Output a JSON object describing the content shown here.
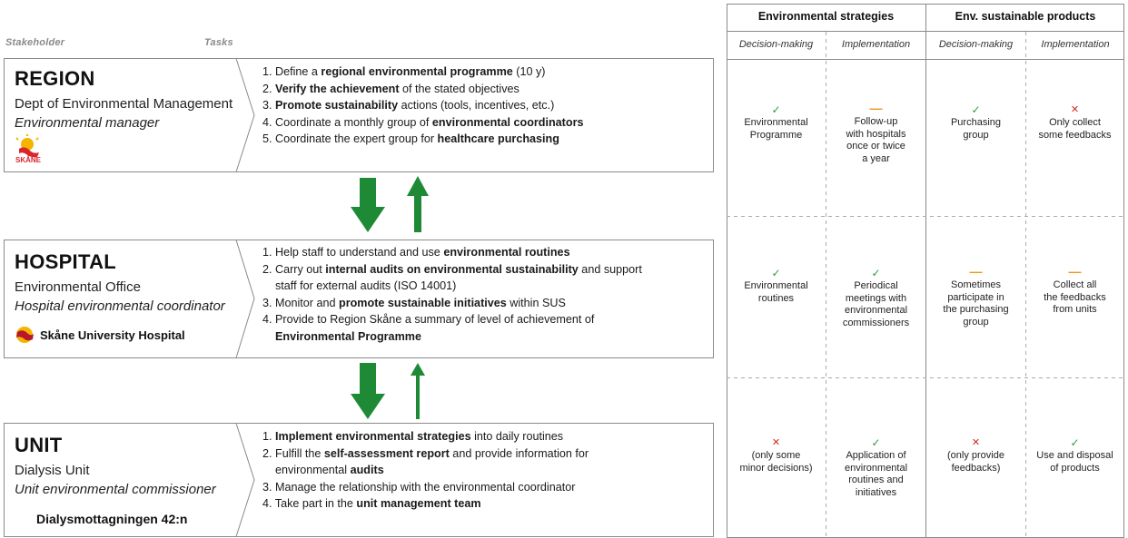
{
  "columns": {
    "stakeholder": "Stakeholder",
    "tasks": "Tasks"
  },
  "colors": {
    "arrow_green": "#1f8a35",
    "check_green": "#2e9b3a",
    "cross_red": "#d02a1e",
    "dash_orange": "#f0961a",
    "border": "#8a8a8a"
  },
  "rows": [
    {
      "title": "REGION",
      "dept": "Dept of Environmental Management",
      "role": "Environmental manager",
      "logo": {
        "icon": "region-skane-griffin-icon",
        "text": "SKÅNE"
      },
      "tasks": [
        [
          {
            "t": "1. Define a "
          },
          {
            "t": "regional environmental programme",
            "b": true
          },
          {
            "t": " (10 y)"
          }
        ],
        [
          {
            "t": "2. "
          },
          {
            "t": "Verify the achievement",
            "b": true
          },
          {
            "t": " of the stated objectives"
          }
        ],
        [
          {
            "t": "3. "
          },
          {
            "t": "Promote sustainability",
            "b": true
          },
          {
            "t": " actions (tools, incentives, etc.)"
          }
        ],
        [
          {
            "t": "4. Coordinate a monthly group of "
          },
          {
            "t": "environmental coordinators",
            "b": true
          }
        ],
        [
          {
            "t": "5. Coordinate the expert group for "
          },
          {
            "t": "healthcare purchasing",
            "b": true
          }
        ]
      ]
    },
    {
      "title": "HOSPITAL",
      "dept": "Environmental Office",
      "role": "Hospital environmental coordinator",
      "logo": {
        "icon": "sus-hospital-logo-icon",
        "text": "Skåne University Hospital"
      },
      "tasks": [
        [
          {
            "t": "1. Help staff to understand and use "
          },
          {
            "t": "environmental routines",
            "b": true
          }
        ],
        [
          {
            "t": "2. Carry out "
          },
          {
            "t": "internal audits on environmental sustainability",
            "b": true
          },
          {
            "t": " and support"
          }
        ],
        [
          {
            "t": "    staff for external audits (ISO 14001)"
          }
        ],
        [
          {
            "t": "3. Monitor and "
          },
          {
            "t": "promote sustainable initiatives",
            "b": true
          },
          {
            "t": " within SUS"
          }
        ],
        [
          {
            "t": "4. Provide to Region Skåne a summary of level of achievement of"
          }
        ],
        [
          {
            "t": "    "
          },
          {
            "t": "Environmental Programme",
            "b": true
          }
        ]
      ]
    },
    {
      "title": "UNIT",
      "dept": "Dialysis Unit",
      "role": "Unit environmental commissioner",
      "logo": {
        "icon": "",
        "text": "Dialysmottagningen 42:n"
      },
      "tasks": [
        [
          {
            "t": "1. "
          },
          {
            "t": "Implement environmental strategies",
            "b": true
          },
          {
            "t": " into daily routines"
          }
        ],
        [
          {
            "t": "2. Fulfill the "
          },
          {
            "t": "self-assessment report",
            "b": true
          },
          {
            "t": " and provide information for"
          }
        ],
        [
          {
            "t": "    environmental "
          },
          {
            "t": "audits",
            "b": true
          }
        ],
        [
          {
            "t": "3. Manage the relationship with the environmental coordinator"
          }
        ],
        [
          {
            "t": "4. Take part in the "
          },
          {
            "t": "unit management team",
            "b": true
          }
        ]
      ]
    }
  ],
  "table": {
    "groups": [
      "Environmental strategies",
      "Env. sustainable products"
    ],
    "subheaders": [
      "Decision-making",
      "Implementation",
      "Decision-making",
      "Implementation"
    ],
    "cells": [
      [
        {
          "mark": "check",
          "text": [
            "Environmental",
            "Programme"
          ]
        },
        {
          "mark": "dash",
          "text": [
            "Follow-up",
            "with hospitals",
            "once or twice",
            "a year"
          ]
        },
        {
          "mark": "check",
          "text": [
            "Purchasing",
            "group"
          ]
        },
        {
          "mark": "cross",
          "text": [
            "Only collect",
            "some feedbacks"
          ]
        }
      ],
      [
        {
          "mark": "check",
          "text": [
            "Environmental",
            "routines"
          ]
        },
        {
          "mark": "check",
          "text": [
            "Periodical",
            "meetings with",
            "environmental",
            "commissioners"
          ]
        },
        {
          "mark": "dash",
          "text": [
            "Sometimes",
            "participate in",
            "the purchasing",
            "group"
          ]
        },
        {
          "mark": "dash",
          "text": [
            "Collect all",
            "the feedbacks",
            "from units"
          ]
        }
      ],
      [
        {
          "mark": "cross",
          "text": [
            "(only some",
            "minor decisions)"
          ]
        },
        {
          "mark": "check",
          "text": [
            "Application of",
            "environmental",
            "routines and",
            "initiatives"
          ]
        },
        {
          "mark": "cross",
          "text": [
            "(only provide",
            "feedbacks)"
          ]
        },
        {
          "mark": "check",
          "text": [
            "Use and disposal",
            "of products"
          ]
        }
      ]
    ]
  }
}
